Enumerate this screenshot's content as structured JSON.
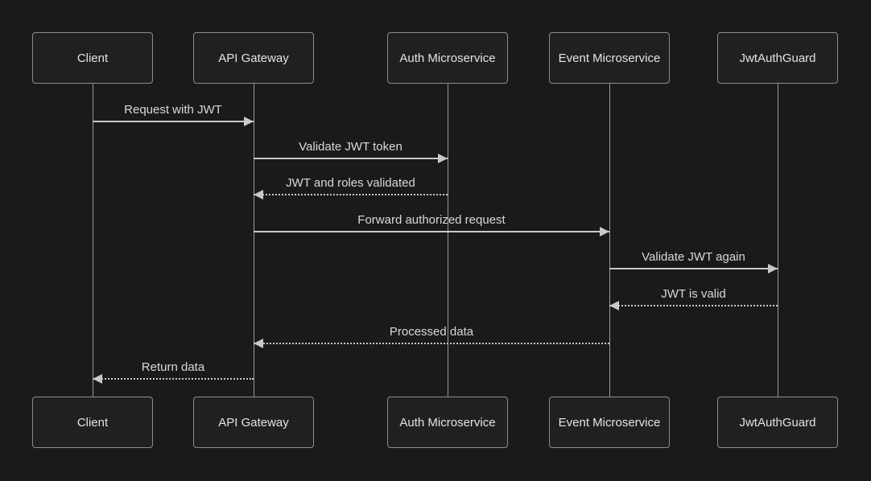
{
  "diagram": {
    "type": "sequence-diagram",
    "colors": {
      "background": "#1a1a1a",
      "actor_fill": "#1f2121",
      "actor_border": "#8c8c8c",
      "actor_text": "#e3e3e3",
      "signal_line": "#c9c9c9",
      "message_text": "#d9d9d9",
      "lifeline": "#9a9a9a"
    },
    "actors": [
      {
        "name": "Client"
      },
      {
        "name": "API Gateway"
      },
      {
        "name": "Auth Microservice"
      },
      {
        "name": "Event Microservice"
      },
      {
        "name": "JwtAuthGuard"
      }
    ],
    "messages": [
      {
        "text": "Request with JWT",
        "from": "Client",
        "to": "API Gateway",
        "line": "solid"
      },
      {
        "text": "Validate JWT token",
        "from": "API Gateway",
        "to": "Auth Microservice",
        "line": "solid"
      },
      {
        "text": "JWT and roles validated",
        "from": "Auth Microservice",
        "to": "API Gateway",
        "line": "dotted"
      },
      {
        "text": "Forward authorized request",
        "from": "API Gateway",
        "to": "Event Microservice",
        "line": "solid"
      },
      {
        "text": "Validate JWT again",
        "from": "Event Microservice",
        "to": "JwtAuthGuard",
        "line": "solid"
      },
      {
        "text": "JWT is valid",
        "from": "JwtAuthGuard",
        "to": "Event Microservice",
        "line": "dotted"
      },
      {
        "text": "Processed data",
        "from": "Event Microservice",
        "to": "API Gateway",
        "line": "dotted"
      },
      {
        "text": "Return data",
        "from": "API Gateway",
        "to": "Client",
        "line": "dotted"
      }
    ]
  }
}
